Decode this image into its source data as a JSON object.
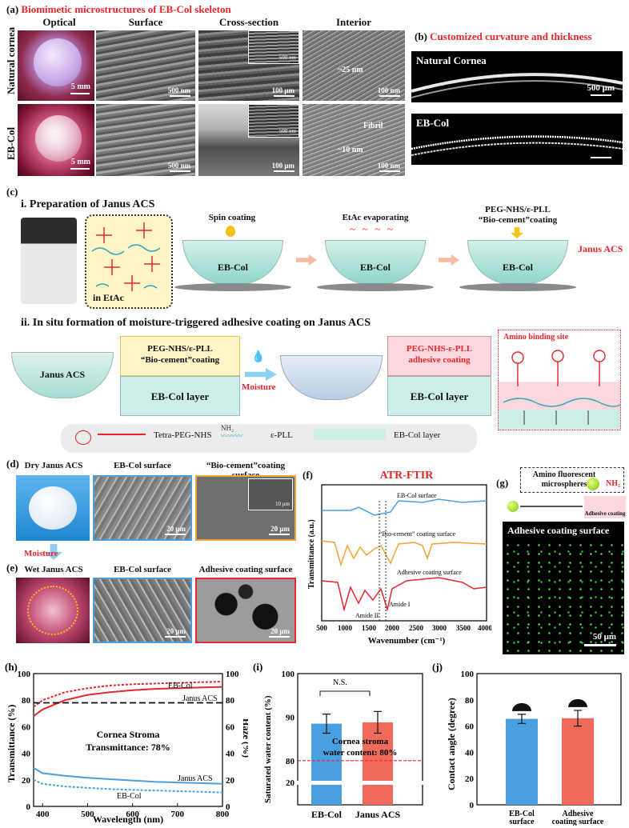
{
  "panel_a": {
    "label": "(a)",
    "title": "Biomimetic microstructures of EB-Col skeleton",
    "col_headers": [
      "Optical",
      "Surface",
      "Cross-section",
      "Interior"
    ],
    "rows": [
      "Natural cornea",
      "EB-Col"
    ],
    "scales_row1": [
      "5 mm",
      "500 nm",
      "100 μm",
      "100 nm"
    ],
    "scales_row2": [
      "5 mm",
      "500 nm",
      "100 μm",
      "100 nm"
    ],
    "inset_scale": "500 nm",
    "annot_row1": "~25 nm",
    "annot_row2_a": "Fibril",
    "annot_row2_b": "~10 nm"
  },
  "panel_b": {
    "label": "(b)",
    "title": "Customized curvature and thickness",
    "top_label": "Natural Cornea",
    "top_scale": "500 μm",
    "bottom_label": "EB-Col"
  },
  "panel_c": {
    "label": "(c)",
    "i_title": "i. Preparation of Janus ACS",
    "in_etac": "in EtAc",
    "dish_label": "EB-Col",
    "spin": "Spin coating",
    "evap": "EtAc evaporating",
    "coat_line1": "PEG-NHS/ε-PLL",
    "coat_line2": "“Bio-cement”coating",
    "janus": "Janus ACS",
    "ii_title": "ii. In situ formation of moisture-triggered adhesive coating on Janus ACS",
    "janus_dish": "Janus ACS",
    "box1_line1": "PEG-NHS/ε-PLL",
    "box1_line2": "“Bio-cement”coating",
    "layer": "EB-Col layer",
    "moisture": "Moisture",
    "box2_line1": "PEG-NHS-ε-PLL",
    "box2_line2": "adhesive coating",
    "amino": "Amino binding site",
    "legend_peg": "Tetra-PEG-NHS",
    "legend_pll": "ε-PLL",
    "legend_col": "EB-Col layer",
    "nh2": "NH₂"
  },
  "panel_d": {
    "label": "(d)",
    "headers": [
      "Dry Janus ACS",
      "EB-Col surface",
      "“Bio-cement”coating surface"
    ],
    "scales": [
      "20 μm",
      "20 μm"
    ],
    "inset_scale": "10 μm",
    "moisture": "Moisture"
  },
  "panel_e": {
    "label": "(e)",
    "headers": [
      "Wet Janus ACS",
      "EB-Col surface",
      "Adhesive coating surface"
    ],
    "scales": [
      "20 μm",
      "20 μm"
    ]
  },
  "panel_f": {
    "label": "(f)",
    "title": "ATR-FTIR",
    "ylabel": "Transmittance (a.u.)",
    "xlabel": "Wavenumber (cm⁻¹)",
    "xticks": [
      "500",
      "1000",
      "1500",
      "2000",
      "2500",
      "3000",
      "3500",
      "4000"
    ],
    "curve_labels": [
      "EB-Col surface",
      "“Bio-cement” coating surface",
      "Adhesive coating surface"
    ],
    "amide2": "Amide II",
    "amide1": "Amide I"
  },
  "panel_g": {
    "label": "(g)",
    "legend_title": "Amino fluorescent microspheres",
    "legend_nh2": "NH₂",
    "scheme_label": "Adhesive coating",
    "image_label": "Adhesive coating surface",
    "scale": "50 μm"
  },
  "chart_data": [
    {
      "id": "h",
      "label": "(h)",
      "type": "line",
      "xlabel": "Wavelength (nm)",
      "ylabel_left": "Transmittance (%)",
      "ylabel_right": "Haze (%)",
      "xlim": [
        380,
        800
      ],
      "ylim": [
        0,
        100
      ],
      "xticks": [
        "400",
        "500",
        "600",
        "700",
        "800"
      ],
      "yticks": [
        "0",
        "20",
        "40",
        "60",
        "80",
        "100"
      ],
      "series": [
        {
          "name": "EB-Col",
          "axis": "left",
          "style": "dashed",
          "color": "#e8262d",
          "x": [
            380,
            400,
            450,
            500,
            550,
            600,
            650,
            700,
            750,
            800
          ],
          "y": [
            75,
            80,
            86,
            89,
            91,
            92,
            92.5,
            93,
            93.5,
            94
          ]
        },
        {
          "name": "Janus ACS",
          "axis": "left",
          "style": "solid",
          "color": "#e8262d",
          "x": [
            380,
            400,
            450,
            500,
            550,
            600,
            650,
            700,
            750,
            800
          ],
          "y": [
            68,
            73,
            80,
            84,
            86,
            87.5,
            88.5,
            89,
            89.5,
            90
          ]
        },
        {
          "name": "Janus ACS",
          "axis": "right",
          "style": "solid",
          "color": "#4a9fe0",
          "x": [
            380,
            400,
            450,
            500,
            550,
            600,
            650,
            700,
            750,
            800
          ],
          "y": [
            29,
            25,
            23,
            21.5,
            20.5,
            19.5,
            18.5,
            18,
            17.5,
            17
          ]
        },
        {
          "name": "EB-Col",
          "axis": "right",
          "style": "dashed",
          "color": "#4a9fe0",
          "x": [
            380,
            400,
            450,
            500,
            550,
            600,
            650,
            700,
            750,
            800
          ],
          "y": [
            20,
            17,
            15,
            14,
            13,
            12.5,
            12,
            11.5,
            11,
            10.5
          ]
        }
      ],
      "reference": {
        "y": 78,
        "label_line1": "Cornea Stroma",
        "label_line2": "Transmittance: 78%"
      }
    },
    {
      "id": "i",
      "label": "(i)",
      "type": "bar",
      "ylabel": "Saturated water content (%)",
      "categories": [
        "EB-Col",
        "Janus ACS"
      ],
      "values": [
        88.5,
        88.8
      ],
      "errors": [
        2.2,
        2.5
      ],
      "colors": [
        "#4a9fe0",
        "#f06b5a"
      ],
      "yticks": [
        "20",
        "80",
        "90",
        "100"
      ],
      "ylim_break": [
        [
          0,
          20
        ],
        [
          75,
          100
        ]
      ],
      "significance": "N.S.",
      "reference": {
        "y": 80,
        "label_line1": "Cornea stroma",
        "label_line2": "water content: 80%"
      }
    },
    {
      "id": "j",
      "label": "(j)",
      "type": "bar",
      "ylabel": "Contact angle (degree)",
      "categories_line1": [
        "EB-Col",
        "Adhesive"
      ],
      "categories_line2": [
        "surface",
        "coating surface"
      ],
      "values": [
        65.5,
        66
      ],
      "errors": [
        3.5,
        6
      ],
      "colors": [
        "#4a9fe0",
        "#f06b5a"
      ],
      "ylim": [
        0,
        100
      ],
      "yticks": [
        "0",
        "20",
        "40",
        "60",
        "80",
        "100"
      ]
    }
  ]
}
